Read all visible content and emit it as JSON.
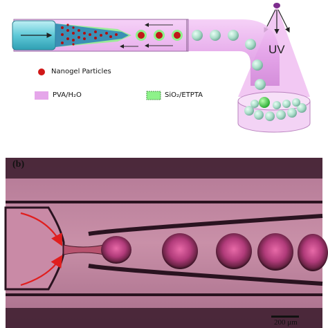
{
  "panel_a": {
    "legend": {
      "nanogel": "Nanogel Particles",
      "pva": "PVA/H₂O",
      "sio2": "SiO₂/ETPTA"
    },
    "uv_label": "UV"
  },
  "panel_b": {
    "label": "(b)",
    "scale_bar": "200 μm"
  },
  "colors": {
    "pva_pink": "#e5a6ea",
    "sio2_green": "#8ef28a",
    "nanogel_red": "#d01818",
    "core_blue": "#2a7fb8",
    "capillary_cyan": "#6fd3e0",
    "uv_cone": "#f1c2f2"
  }
}
